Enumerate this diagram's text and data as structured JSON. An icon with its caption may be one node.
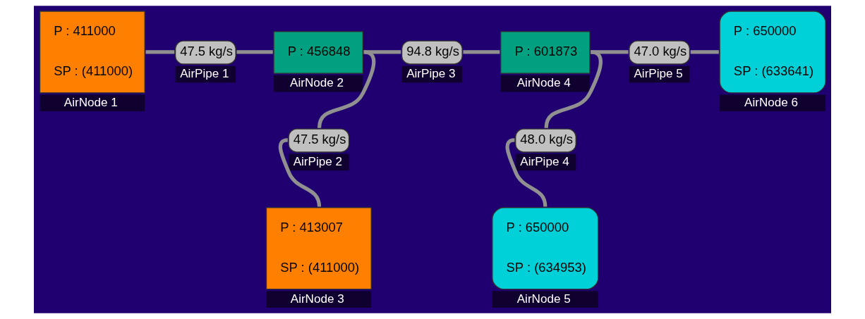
{
  "diagram": {
    "nodes": [
      {
        "text": [
          "P : 411000",
          "SP : (411000)"
        ],
        "beside": [
          "AirNode 1"
        ]
      },
      {
        "text": [
          "47.5 kg/s"
        ],
        "beside": [
          "AirPipe 1"
        ]
      },
      {
        "text": [
          "P : 456848"
        ],
        "beside": [
          "AirNode 2"
        ]
      },
      {
        "text": [
          "94.8 kg/s"
        ],
        "beside": [
          "AirPipe 3"
        ]
      },
      {
        "text": [
          "P : 601873"
        ],
        "beside": [
          "AirNode 4"
        ]
      },
      {
        "text": [
          "47.0 kg/s"
        ],
        "beside": [
          "AirPipe 5"
        ]
      },
      {
        "text": [
          "P : 650000",
          "SP : (633641)"
        ],
        "beside": [
          "AirNode 6"
        ]
      },
      {
        "text": [
          "47.5 kg/s"
        ],
        "beside": [
          "AirPipe 2"
        ]
      },
      {
        "text": [
          "48.0 kg/s"
        ],
        "beside": [
          "AirPipe 4"
        ]
      },
      {
        "text": [
          "P : 413007",
          "SP : (411000)"
        ],
        "beside": [
          "AirNode 3"
        ]
      },
      {
        "text": [
          "P : 650000",
          "SP : (634953)"
        ],
        "beside": [
          "AirNode 5"
        ]
      }
    ],
    "edges": [
      {
        "from": 0,
        "to": 1,
        "arrow": "none"
      },
      {
        "from": 1,
        "to": 2,
        "arrow": "none"
      },
      {
        "from": 2,
        "to": 3,
        "arrow": "none"
      },
      {
        "from": 3,
        "to": 4,
        "arrow": "none"
      },
      {
        "from": 4,
        "to": 5,
        "arrow": "none"
      },
      {
        "from": 5,
        "to": 6,
        "arrow": "none"
      },
      {
        "from": 2,
        "to": 7,
        "arrow": "none"
      },
      {
        "from": 7,
        "to": 9,
        "arrow": "none"
      },
      {
        "from": 4,
        "to": 8,
        "arrow": "none"
      },
      {
        "from": 8,
        "to": 10,
        "arrow": "none"
      }
    ]
  }
}
